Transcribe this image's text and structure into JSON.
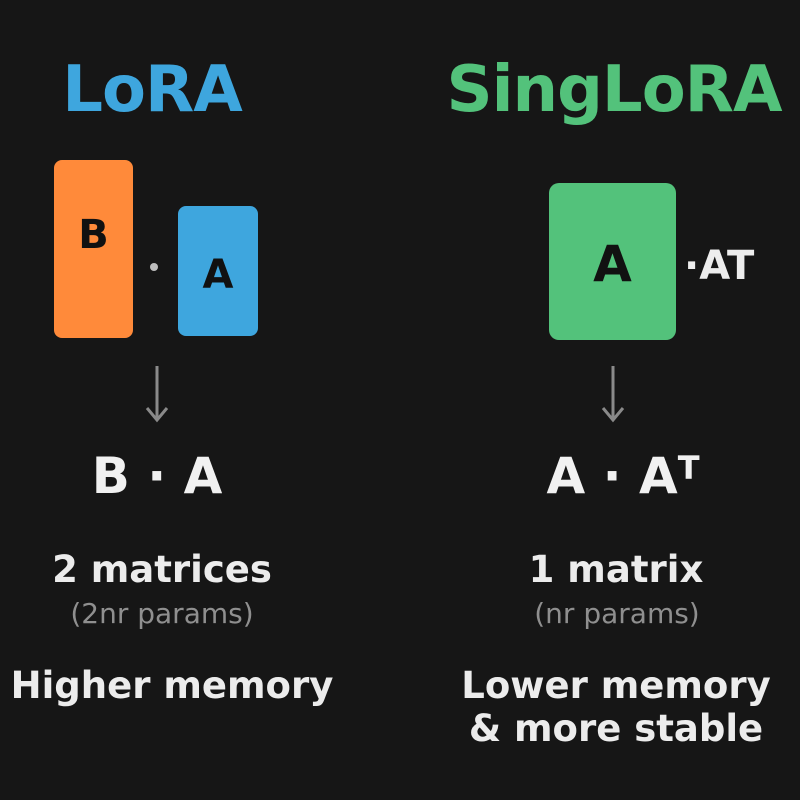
{
  "colors": {
    "background": "#161616",
    "lora": "#3ea6de",
    "singlora": "#53c27b",
    "orange": "#ff8a3a",
    "arrow": "#8a8a8a"
  },
  "lora": {
    "title": "LoRA",
    "matrix_b": "B",
    "matrix_a": "A",
    "formula": "B · A",
    "count": "2 matrices",
    "params": "(2nr params)",
    "note": "Higher memory"
  },
  "singlora": {
    "title": "SingLoRA",
    "matrix_a": "A",
    "transpose": "·AT",
    "formula_left": "A · A",
    "formula_sup": "T",
    "count": "1 matrix",
    "params": "(nr params)",
    "note_line1": "Lower memory",
    "note_line2": "& more stable"
  },
  "icons": {
    "left_arrow": "arrow-down-icon",
    "right_arrow": "arrow-down-icon"
  }
}
